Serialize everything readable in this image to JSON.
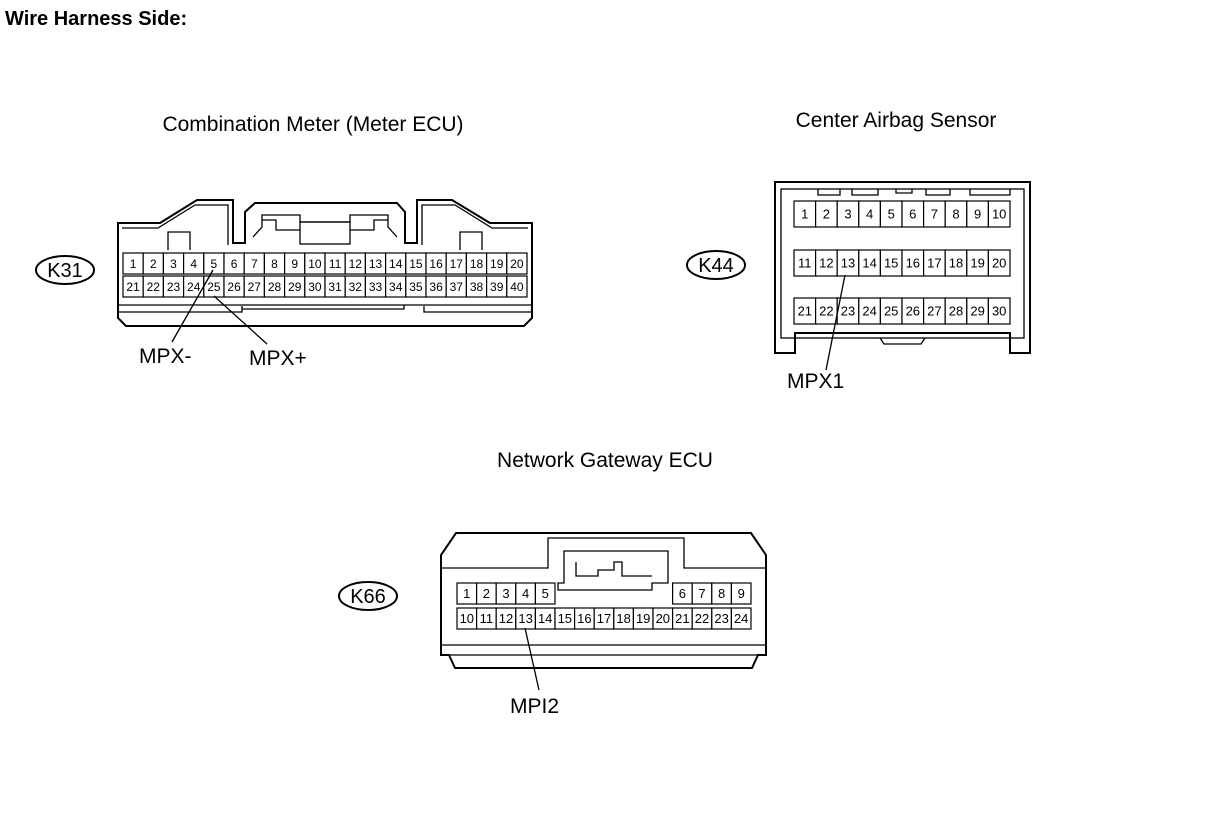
{
  "page": {
    "title": "Wire Harness Side:"
  },
  "connectors": [
    {
      "id": "K31",
      "title": "Combination Meter (Meter ECU)",
      "rows": [
        [
          "1",
          "2",
          "3",
          "4",
          "5",
          "6",
          "7",
          "8",
          "9",
          "10",
          "11",
          "12",
          "13",
          "14",
          "15",
          "16",
          "17",
          "18",
          "19",
          "20"
        ],
        [
          "21",
          "22",
          "23",
          "24",
          "25",
          "26",
          "27",
          "28",
          "29",
          "30",
          "31",
          "32",
          "33",
          "34",
          "35",
          "36",
          "37",
          "38",
          "39",
          "40"
        ]
      ],
      "signals": [
        {
          "name": "MPX-",
          "pin": "5"
        },
        {
          "name": "MPX+",
          "pin": "25"
        }
      ]
    },
    {
      "id": "K44",
      "title": "Center Airbag Sensor",
      "rows": [
        [
          "1",
          "2",
          "3",
          "4",
          "5",
          "6",
          "7",
          "8",
          "9",
          "10"
        ],
        [
          "11",
          "12",
          "13",
          "14",
          "15",
          "16",
          "17",
          "18",
          "19",
          "20"
        ],
        [
          "21",
          "22",
          "23",
          "24",
          "25",
          "26",
          "27",
          "28",
          "29",
          "30"
        ]
      ],
      "signals": [
        {
          "name": "MPX1",
          "pin": "13"
        }
      ]
    },
    {
      "id": "K66",
      "title": "Network Gateway ECU",
      "rows": [
        [
          "1",
          "2",
          "3",
          "4",
          "5",
          "6",
          "7",
          "8",
          "9"
        ],
        [
          "10",
          "11",
          "12",
          "13",
          "14",
          "15",
          "16",
          "17",
          "18",
          "19",
          "20",
          "21",
          "22",
          "23",
          "24"
        ]
      ],
      "signals": [
        {
          "name": "MPI2",
          "pin": "13"
        }
      ]
    }
  ]
}
